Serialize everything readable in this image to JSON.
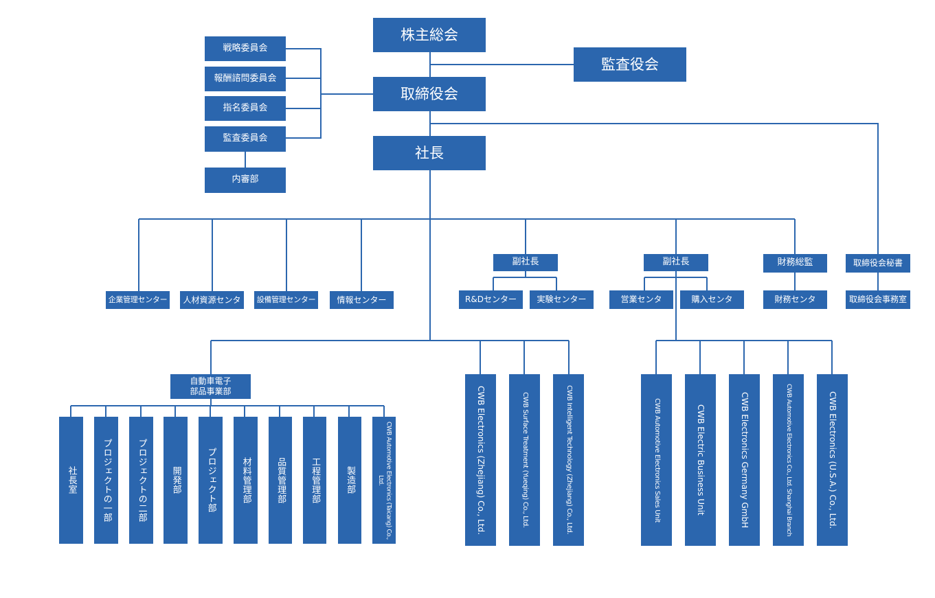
{
  "top": {
    "shareholders": "株主総会",
    "auditors": "監査役会",
    "board": "取締役会",
    "president": "社長"
  },
  "committees": {
    "strategy": "戦略委員会",
    "compensation": "報酬諮問委員会",
    "nomination": "指名委員会",
    "audit": "監査委員会",
    "internal_audit": "内審部"
  },
  "centers": {
    "corporate_mgmt": "企業管理センター",
    "human_resources": "人材資源センタ",
    "equipment_mgmt": "設備管理センター",
    "information": "情報センター"
  },
  "vp1": {
    "title": "副社長",
    "rd": "R&Dセンター",
    "experiment": "実験センター"
  },
  "vp2": {
    "title": "副社長",
    "sales": "営業センタ",
    "purchasing": "購入センタ"
  },
  "finance": {
    "title": "財務総監",
    "center": "財務センタ"
  },
  "board_secretary": {
    "title": "取締役会秘書",
    "office": "取締役会事務室"
  },
  "auto_division": {
    "title_line1": "自動車電子",
    "title_line2": "部品事業部",
    "units": [
      "社長室",
      "プロジェクトの一部",
      "プロジェクトの二部",
      "開発部",
      "プロジェクト部",
      "材料管理部",
      "品質管理部",
      "工程管理部",
      "製造部",
      "CWB Automotive Electronics (Taicang) Co., Ltd."
    ]
  },
  "subsidiaries_president": [
    "CWB Electronics (Zhejiang) Co., Ltd.",
    "CWB Surface Treatment (Yueqing) Co., Ltd.",
    "CWB Intelligent Technology (Zhejiang) Co., Ltd."
  ],
  "subsidiaries_vp2": [
    "CWB Automotive Electronics Sales Unit",
    "CWB Electric Business Unit",
    "CWB Electronics Germany GmbH",
    "CWB Automotive Electronics Co., Ltd. Shanghai Branch",
    "CWB Electronics (U.S.A.) Co., Ltd."
  ],
  "colors": {
    "box": "#2b66ae",
    "line": "#2b66ae",
    "text": "#ffffff"
  }
}
